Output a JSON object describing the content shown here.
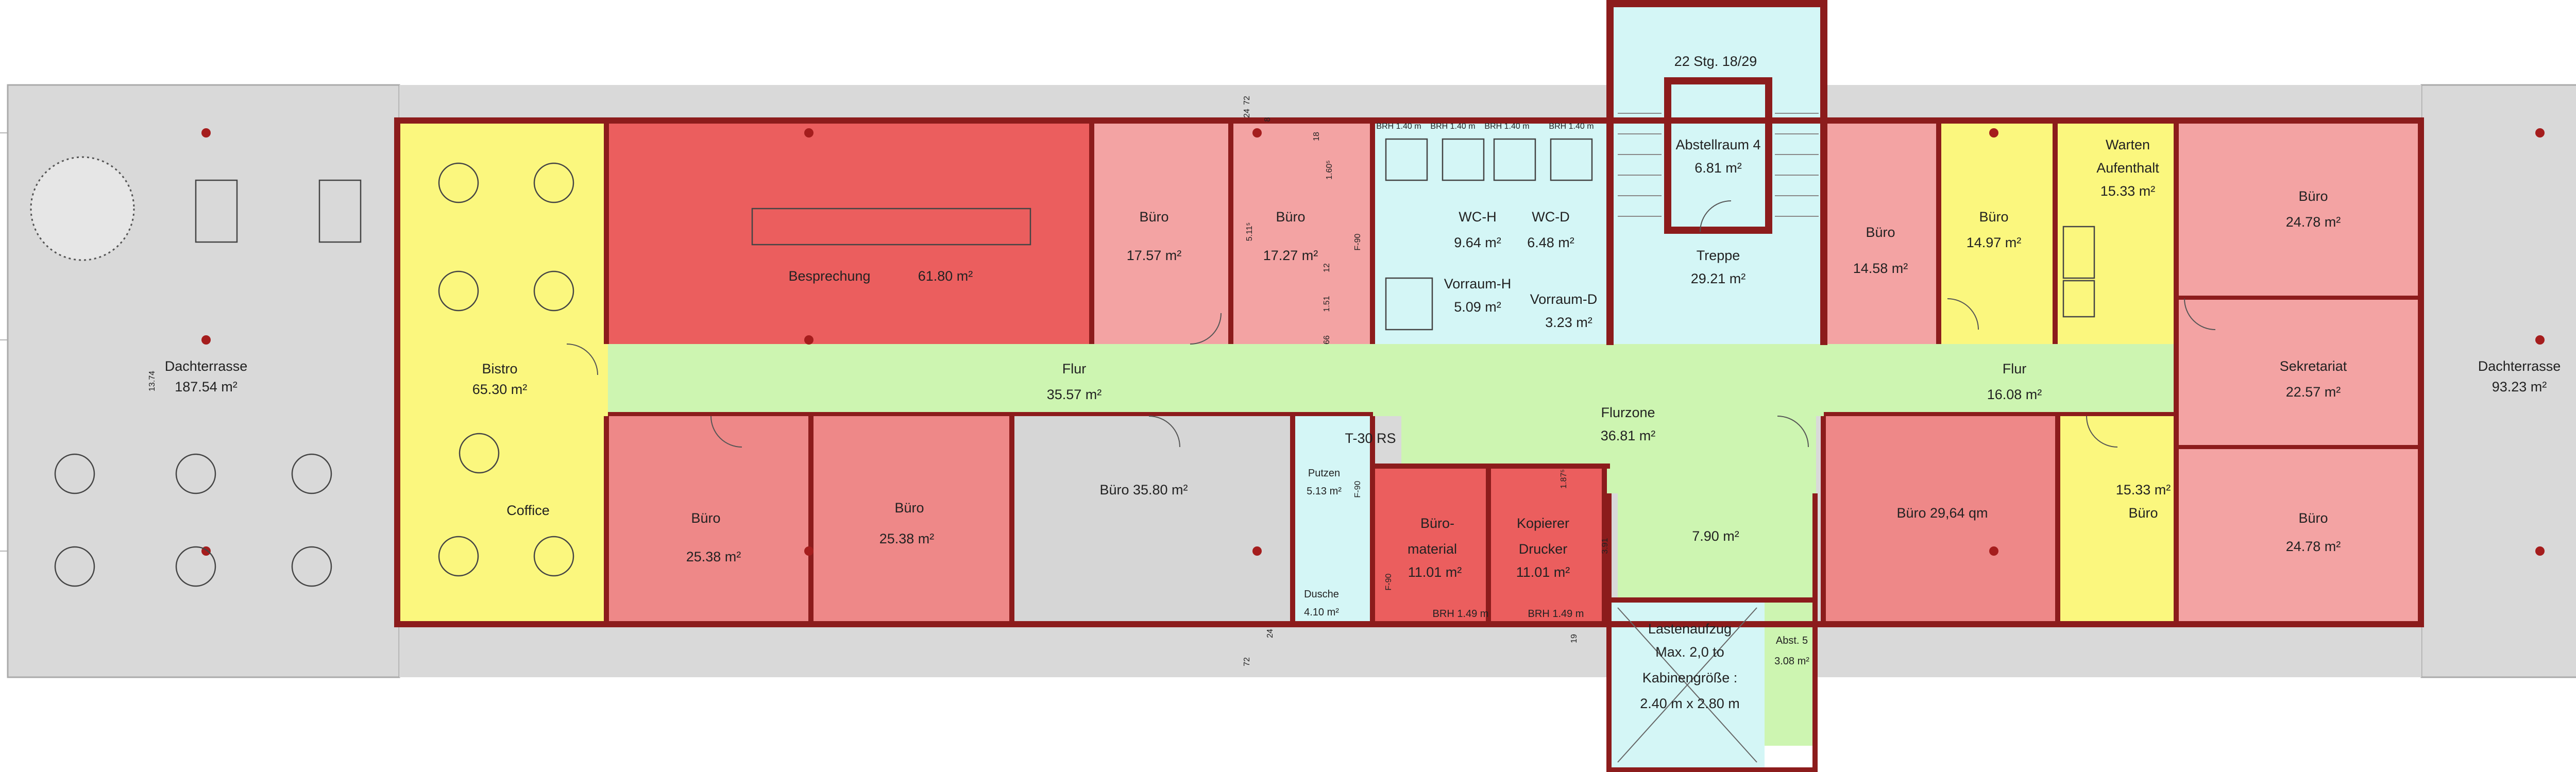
{
  "colors": {
    "terrace": "#d9d9d9",
    "yellow": "#fbf77e",
    "red_strong": "#eb5e5e",
    "red_light": "#f3a3a3",
    "red_mid": "#ee8888",
    "corridor": "#cdf5b1",
    "cyan": "#d4f6f6",
    "grey": "#d6d6d6",
    "wall": "#8c1c1c"
  },
  "rooms": {
    "terrace_left": {
      "name": "Dachterrasse",
      "area": "187.54 m²",
      "dim": "13.74"
    },
    "bistro": {
      "name": "Bistro",
      "area": "65.30 m²",
      "sub": "Coffice"
    },
    "besprechung": {
      "name": "Besprechung",
      "area": "61.80 m²"
    },
    "buero_a": {
      "name": "Büro",
      "area": "17.57 m²"
    },
    "buero_b": {
      "name": "Büro",
      "area": "17.27 m²"
    },
    "wc_h": {
      "name": "WC-H",
      "area": "9.64 m²"
    },
    "wc_d": {
      "name": "WC-D",
      "area": "6.48 m²"
    },
    "vorraum_h": {
      "name": "Vorraum-H",
      "area": "5.09 m²"
    },
    "vorraum_d": {
      "name": "Vorraum-D",
      "area": "3.23 m²"
    },
    "stair_label": "22 Stg. 18/29",
    "abstellraum": {
      "name": "Abstellraum 4",
      "area": "6.81 m²"
    },
    "treppe": {
      "name": "Treppe",
      "area": "29.21 m²"
    },
    "buero_c": {
      "name": "Büro",
      "area": "14.58 m²"
    },
    "buero_d": {
      "name": "Büro",
      "area": "14.97 m²"
    },
    "warten": {
      "name": "Warten",
      "name2": "Aufenthalt",
      "area": "15.33 m²"
    },
    "buero_e": {
      "name": "Büro",
      "area": "24.78 m²"
    },
    "sekretariat": {
      "name": "Sekretariat",
      "area": "22.57 m²"
    },
    "buero_f": {
      "name": "Büro",
      "area": "24.78 m²"
    },
    "terrace_right": {
      "name": "Dachterrasse",
      "area": "93.23 m²"
    },
    "flur_left": {
      "name": "Flur",
      "area": "35.57 m²"
    },
    "flurzone": {
      "name": "Flurzone",
      "area": "36.81 m²"
    },
    "flur_right": {
      "name": "Flur",
      "area": "16.08 m²"
    },
    "buero_g": {
      "name": "Büro",
      "area": "25.38 m²"
    },
    "buero_h": {
      "name": "Büro",
      "area": "25.38 m²"
    },
    "buero_grey": {
      "label": "Büro   35.80 m²"
    },
    "t30": "T-30 RS",
    "putzen": {
      "name": "Putzen",
      "area": "5.13 m²"
    },
    "dusche": {
      "name": "Dusche",
      "area": "4.10 m²"
    },
    "bueromaterial": {
      "name": "Büro-",
      "name2": "material",
      "area": "11.01 m²",
      "brh": "BRH 1.49 m"
    },
    "kopierer": {
      "name": "Kopierer",
      "name2": "Drucker",
      "area": "11.01 m²",
      "brh": "BRH 1.49 m"
    },
    "lobby_small": {
      "area": "7.90 m²"
    },
    "lastenaufzug": {
      "l1": "Lastenaufzug",
      "l2": "Max. 2,0 to",
      "l3": "Kabinengröße :",
      "l4": "2.40 m x 2.80 m"
    },
    "abst5": {
      "name": "Abst. 5",
      "area": "3.08 m²"
    },
    "buero_i": {
      "label": "Büro  29,64 qm"
    },
    "buero_j": {
      "area": "15.33 m²",
      "name": "Büro"
    }
  },
  "dims": {
    "f90": "F-90",
    "d72": "72",
    "d24": "24",
    "d8": "8",
    "d18": "18",
    "d1_60": "1.60⁵",
    "d5_11": "5.11⁵",
    "d12": "12",
    "d1_51": "1.51",
    "d66": "66",
    "d3_91": "3.91",
    "d1_87": "1.87⁵",
    "d19": "19",
    "brh": "BRH 1.40 m"
  }
}
